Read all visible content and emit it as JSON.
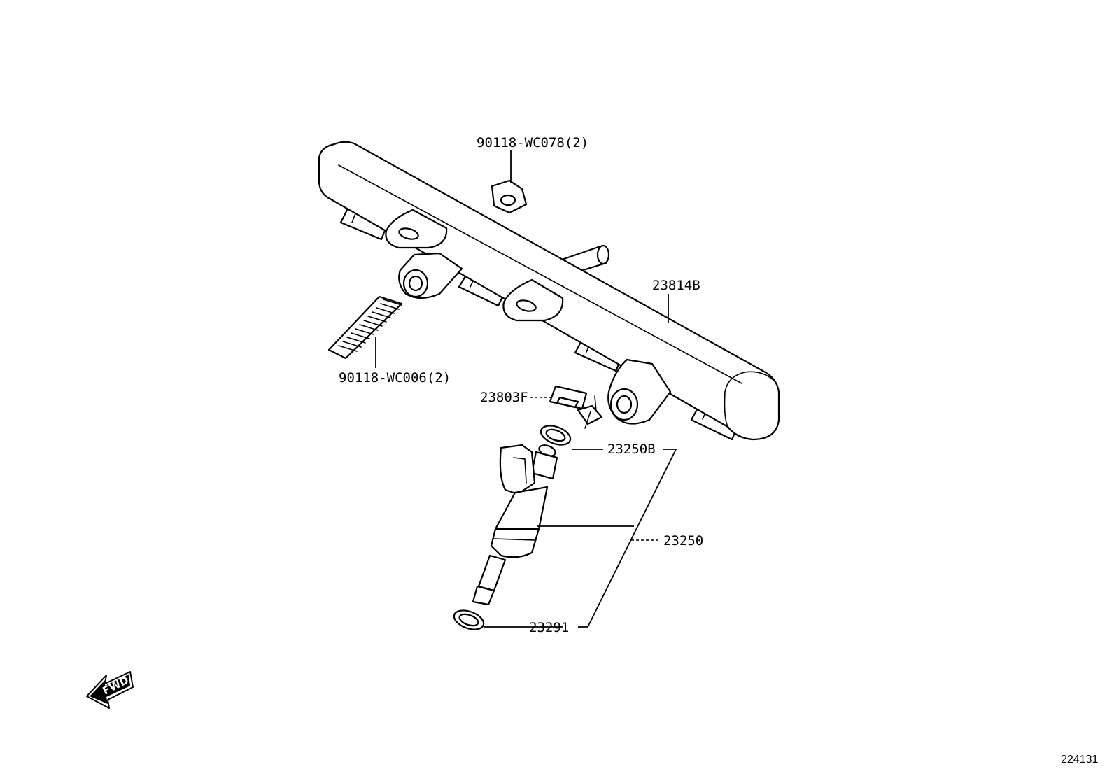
{
  "diagram": {
    "labels": {
      "nut": "90118-WC078(2)",
      "fuel_rail": "23814B",
      "stud": "90118-WC006(2)",
      "clip": "23803F",
      "upper_oring": "23250B",
      "injector": "23250",
      "lower_oring": "23291"
    },
    "direction_marker": "FWD",
    "reference_number": "224131"
  }
}
